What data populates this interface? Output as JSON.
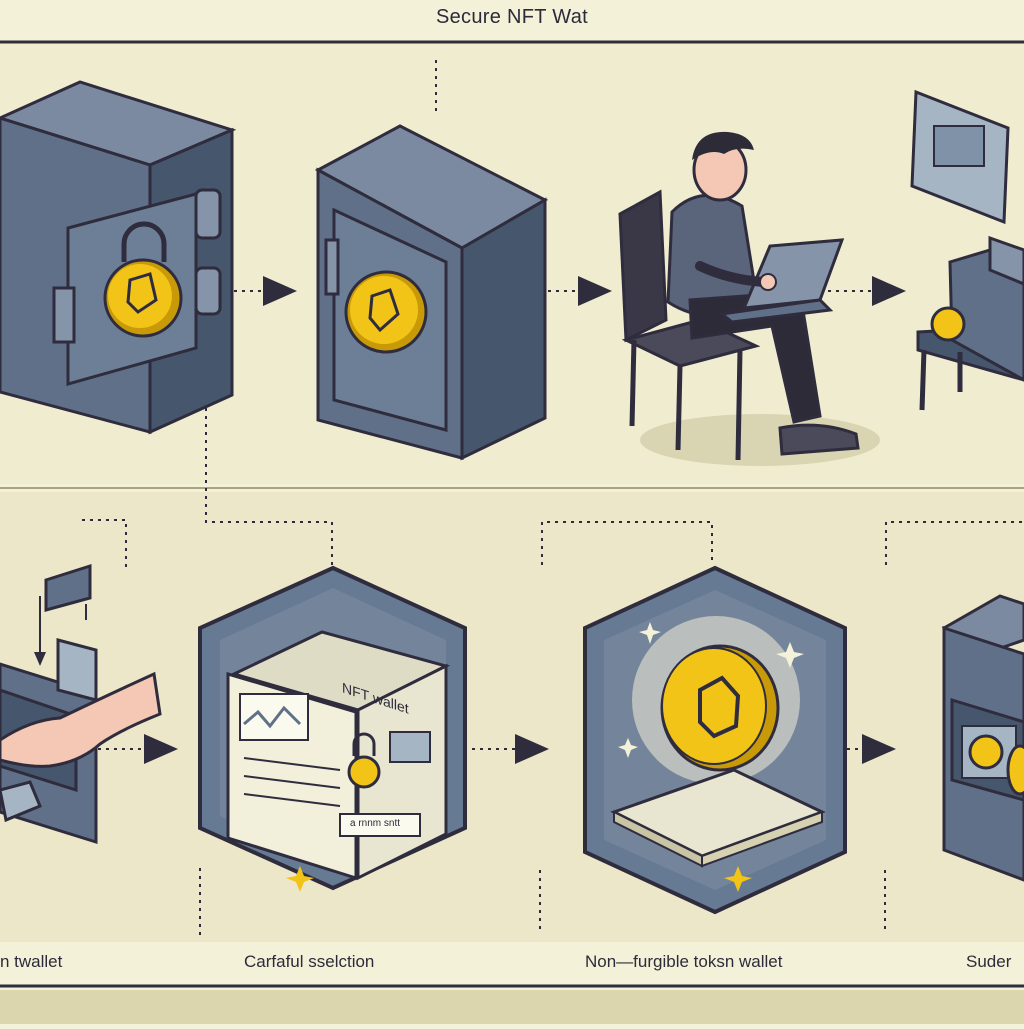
{
  "title": "Secure NFT Wat",
  "captions": [
    "n twallet",
    "Carfaful sselction",
    "Non—furgible toksn wallet",
    "Suder"
  ],
  "box_label": "NFT wallet",
  "box_tag": "a rnnm sntt",
  "colors": {
    "background": "#f4f1d9",
    "safe_front": "#5f7088",
    "safe_side": "#46566d",
    "safe_top": "#7b8aa0",
    "outline": "#2f2c3e",
    "coin": "#f2c417",
    "coin_dark": "#c99a08",
    "hexagon": "#667a93",
    "paper": "#f2efdb",
    "skin": "#f4c8b4",
    "shadow": "#d9d5b3"
  },
  "icons": [
    "lock-icon",
    "coin-icon",
    "laptop-icon",
    "chair-icon",
    "arrow-right-icon",
    "sparkle-icon",
    "hand-icon",
    "document-icon"
  ]
}
